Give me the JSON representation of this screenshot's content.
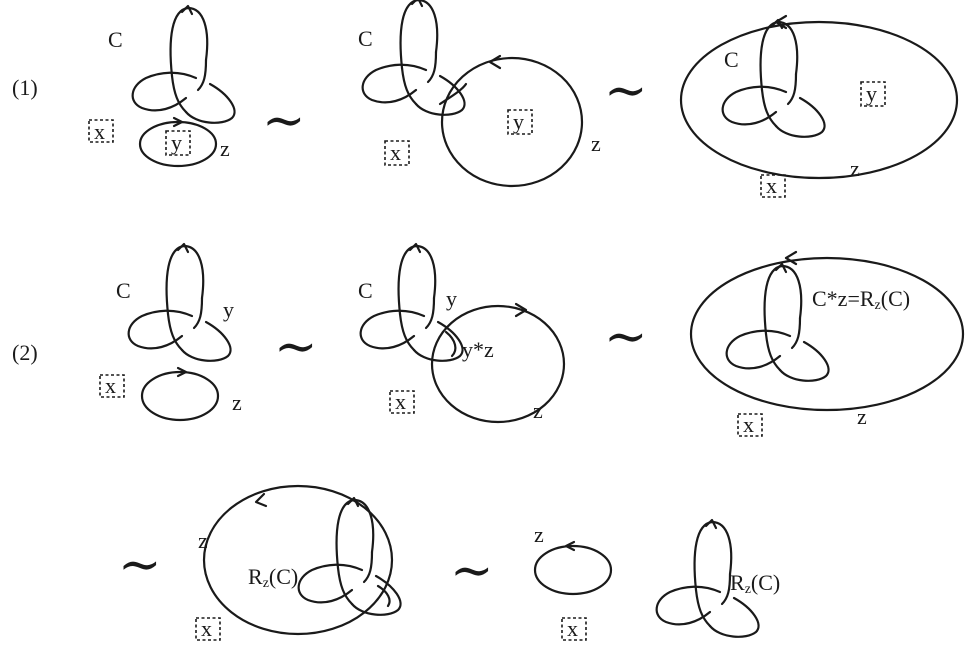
{
  "row1": {
    "number": "(1)",
    "panel1": {
      "knot": "C",
      "box_x": "x",
      "box_y": "y",
      "circle": "z"
    },
    "panel2": {
      "knot": "C",
      "box_y": "y",
      "box_x": "x",
      "circle": "z"
    },
    "panel3": {
      "knot": "C",
      "box_y": "y",
      "box_x": "x",
      "circle": "z"
    }
  },
  "row2": {
    "number": "(2)",
    "panel1": {
      "knot": "C",
      "arc": "y",
      "box_x": "x",
      "circle": "z"
    },
    "panel2": {
      "knot": "C",
      "arc": "y",
      "arc2": "y*z",
      "box_x": "x",
      "circle": "z"
    },
    "panel3": {
      "knot": "C*z=R",
      "knot_sub": "z",
      "knot_tail": "(C)",
      "box_x": "x",
      "circle": "z"
    }
  },
  "row3": {
    "panel1": {
      "circle": "z",
      "knot": "R",
      "knot_sub": "z",
      "knot_tail": "(C)",
      "box_x": "x"
    },
    "panel2": {
      "circle": "z",
      "box_x": "x",
      "knot": "R",
      "knot_sub": "z",
      "knot_tail": "(C)"
    }
  },
  "tilde": "∼"
}
